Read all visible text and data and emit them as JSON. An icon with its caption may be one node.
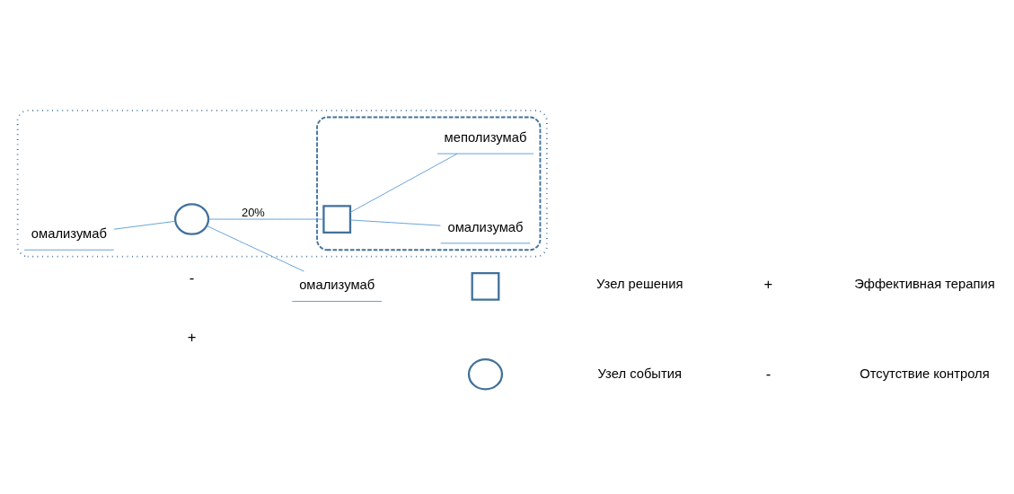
{
  "diagram": {
    "nodes": [
      {
        "text": [],
        "shape": "box"
      },
      {
        "text": [
          "омализумаб"
        ],
        "in": 0
      },
      {
        "text": [],
        "shape": "circle",
        "in": 0
      },
      {
        "text": [],
        "shape": "box",
        "in": 0
      },
      {
        "text": [],
        "shape": "box",
        "in": 3
      },
      {
        "text": [
          "омализумаб"
        ],
        "in": 3
      },
      {
        "text": [
          "меполизумаб"
        ],
        "in": 3
      },
      {
        "text": [
          "омализумаб"
        ]
      },
      {
        "text": [],
        "shape": "box"
      },
      {
        "text": [],
        "shape": "circle"
      }
    ],
    "edges": [
      {
        "from": 1,
        "to": 2,
        "arrow": "none"
      },
      {
        "from": 2,
        "to": 4,
        "arrow": "none",
        "label": "20%"
      },
      {
        "from": 2,
        "to": 7,
        "arrow": "none"
      },
      {
        "from": 4,
        "to": 5,
        "arrow": "none"
      },
      {
        "from": 4,
        "to": 6,
        "arrow": "none"
      }
    ],
    "labels": [
      "-",
      "+",
      "+",
      "-"
    ],
    "legend": [
      {
        "text": "Узел решения"
      },
      {
        "text": "Узел события"
      },
      {
        "text": "Эффективная терапия"
      },
      {
        "text": "Отсутствие контроля"
      }
    ]
  }
}
